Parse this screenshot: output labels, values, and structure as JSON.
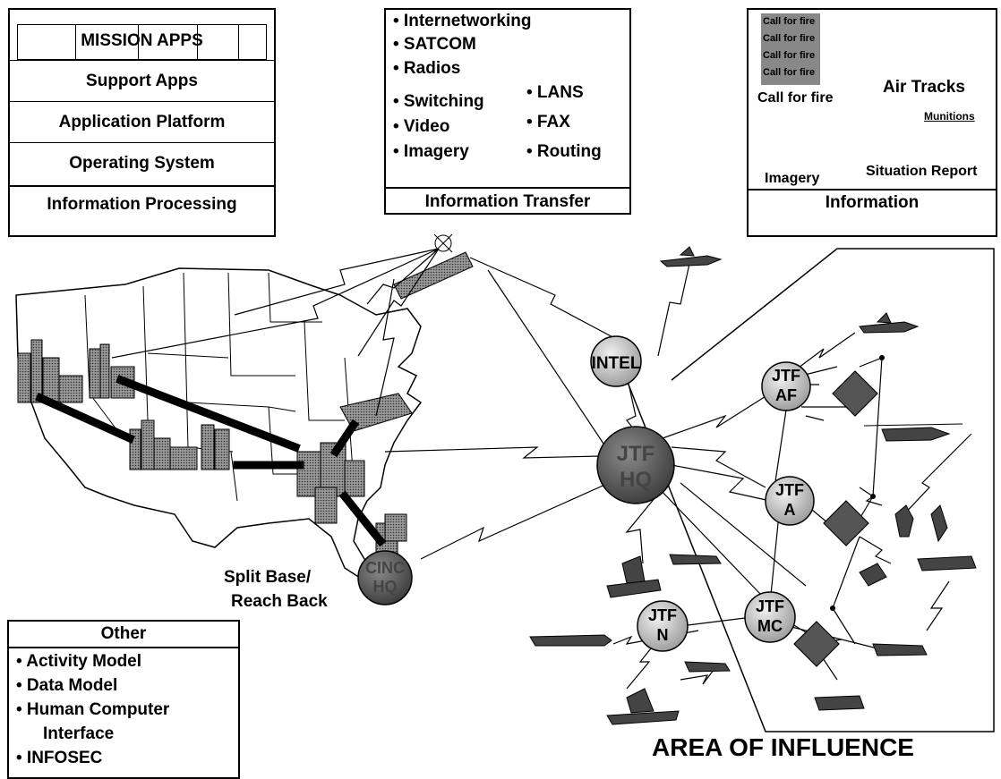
{
  "processing": {
    "rows": [
      "MISSION APPS",
      "Support Apps",
      "Application Platform",
      "Operating System"
    ],
    "footer": "Information Processing"
  },
  "transfer": {
    "left_items": [
      "• Internetworking",
      "• SATCOM",
      "• Radios",
      "• Switching",
      "• Video",
      "• Imagery"
    ],
    "right_items": [
      "• LANS",
      "• FAX",
      "• Routing"
    ],
    "footer": "Information Transfer"
  },
  "information": {
    "call_lines": [
      "Call for fire",
      "Call for fire",
      "Call for fire",
      "Call for fire"
    ],
    "call_label": "Call for fire",
    "air_tracks": "Air Tracks",
    "munitions": "Munitions",
    "imagery": "Imagery",
    "situation_report": "Situation Report",
    "footer": "Information"
  },
  "other": {
    "title": "Other",
    "items": [
      "• Activity Model",
      "• Data Model",
      "• Human Computer",
      "Interface",
      "• INFOSEC"
    ]
  },
  "nodes": {
    "intel": "INTEL",
    "jtf_hq_1": "JTF",
    "jtf_hq_2": "HQ",
    "cinc_1": "CINC",
    "cinc_2": "HQ",
    "jtf_af_1": "JTF",
    "jtf_af_2": "AF",
    "jtf_a_1": "JTF",
    "jtf_a_2": "A",
    "jtf_mc_1": "JTF",
    "jtf_mc_2": "MC",
    "jtf_n_1": "JTF",
    "jtf_n_2": "N"
  },
  "split_base_1": "Split Base/",
  "split_base_2": "Reach Back",
  "area_label": "AREA OF INFLUENCE"
}
